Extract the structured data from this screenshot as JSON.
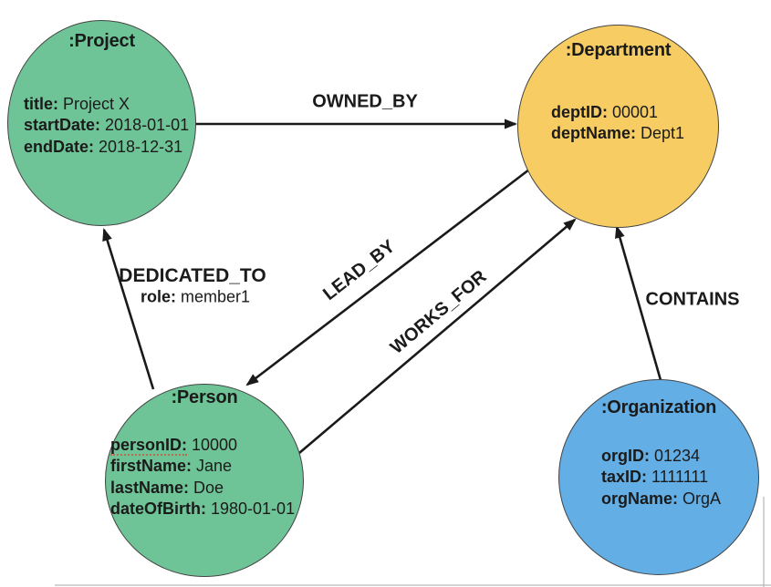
{
  "diagram": {
    "colors": {
      "project_node": "#6fc497",
      "person_node": "#6fc497",
      "department_node": "#f7cd63",
      "organization_node": "#62aee5",
      "edge_line": "#1a1a1a",
      "text": "#1b1b1b",
      "background": "#ffffff"
    },
    "nodes": {
      "project": {
        "label": ":Project",
        "properties": [
          {
            "key": "title:",
            "value": "Project X"
          },
          {
            "key": "startDate:",
            "value": "2018-01-01"
          },
          {
            "key": "endDate:",
            "value": "2018-12-31"
          }
        ]
      },
      "department": {
        "label": ":Department",
        "properties": [
          {
            "key": "deptID:",
            "value": "00001"
          },
          {
            "key": "deptName:",
            "value": "Dept1"
          }
        ]
      },
      "person": {
        "label": ":Person",
        "properties": [
          {
            "key": "personID:",
            "value": "10000"
          },
          {
            "key": "firstName:",
            "value": "Jane"
          },
          {
            "key": "lastName:",
            "value": "Doe"
          },
          {
            "key": "dateOfBirth:",
            "value": "1980-01-01"
          }
        ]
      },
      "organization": {
        "label": ":Organization",
        "properties": [
          {
            "key": "orgID:",
            "value": "01234"
          },
          {
            "key": "taxID:",
            "value": "1111111"
          },
          {
            "key": "orgName:",
            "value": "OrgA"
          }
        ]
      }
    },
    "edges": {
      "owned_by": {
        "label": "OWNED_BY",
        "source": "project",
        "target": "department"
      },
      "dedicated_to": {
        "label": "DEDICATED_TO",
        "property_key": "role:",
        "property_value": "member1",
        "source": "person",
        "target": "project"
      },
      "lead_by": {
        "label": "LEAD_BY",
        "source": "department",
        "target": "person"
      },
      "works_for": {
        "label": "WORKS_FOR",
        "source": "person",
        "target": "department"
      },
      "contains": {
        "label": "CONTAINS",
        "source": "organization",
        "target": "department"
      }
    }
  }
}
